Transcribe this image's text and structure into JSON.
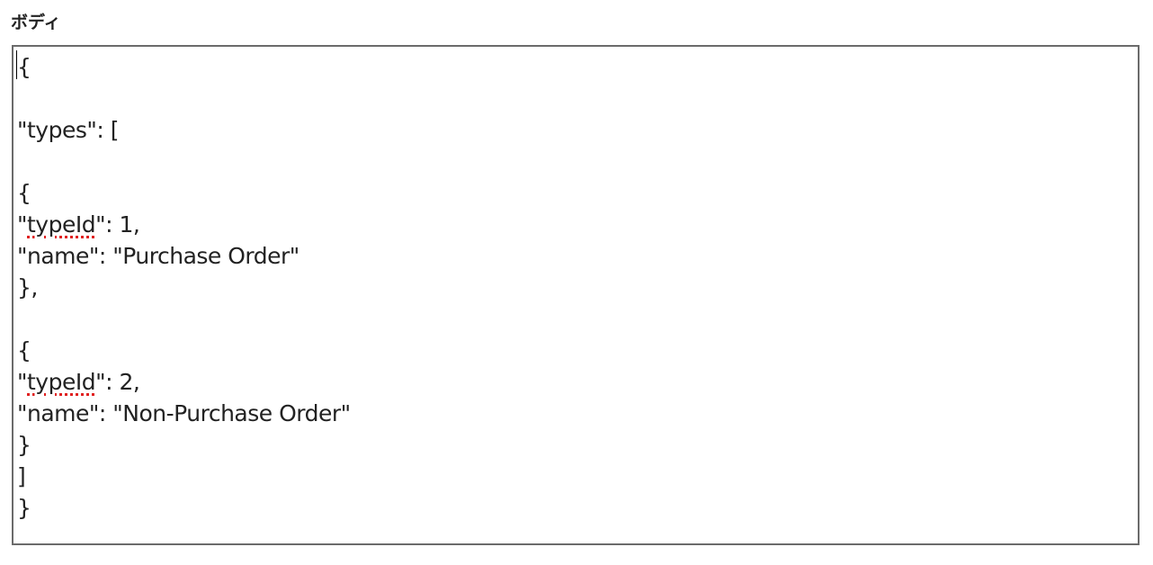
{
  "section_label": "ボディ",
  "body_lines": [
    {
      "pre": "{",
      "spell": "",
      "post": ""
    },
    {
      "pre": "",
      "spell": "",
      "post": ""
    },
    {
      "pre": "\"types\": [",
      "spell": "",
      "post": ""
    },
    {
      "pre": "",
      "spell": "",
      "post": ""
    },
    {
      "pre": "{",
      "spell": "",
      "post": ""
    },
    {
      "pre": "\"",
      "spell": "typeId",
      "post": "\": 1,"
    },
    {
      "pre": "\"name\": \"Purchase Order\"",
      "spell": "",
      "post": ""
    },
    {
      "pre": "},",
      "spell": "",
      "post": ""
    },
    {
      "pre": "",
      "spell": "",
      "post": ""
    },
    {
      "pre": "{",
      "spell": "",
      "post": ""
    },
    {
      "pre": "\"",
      "spell": "typeId",
      "post": "\": 2,"
    },
    {
      "pre": "\"name\": \"Non-Purchase Order\"",
      "spell": "",
      "post": ""
    },
    {
      "pre": "}",
      "spell": "",
      "post": ""
    },
    {
      "pre": "]",
      "spell": "",
      "post": ""
    },
    {
      "pre": "}",
      "spell": "",
      "post": ""
    }
  ]
}
